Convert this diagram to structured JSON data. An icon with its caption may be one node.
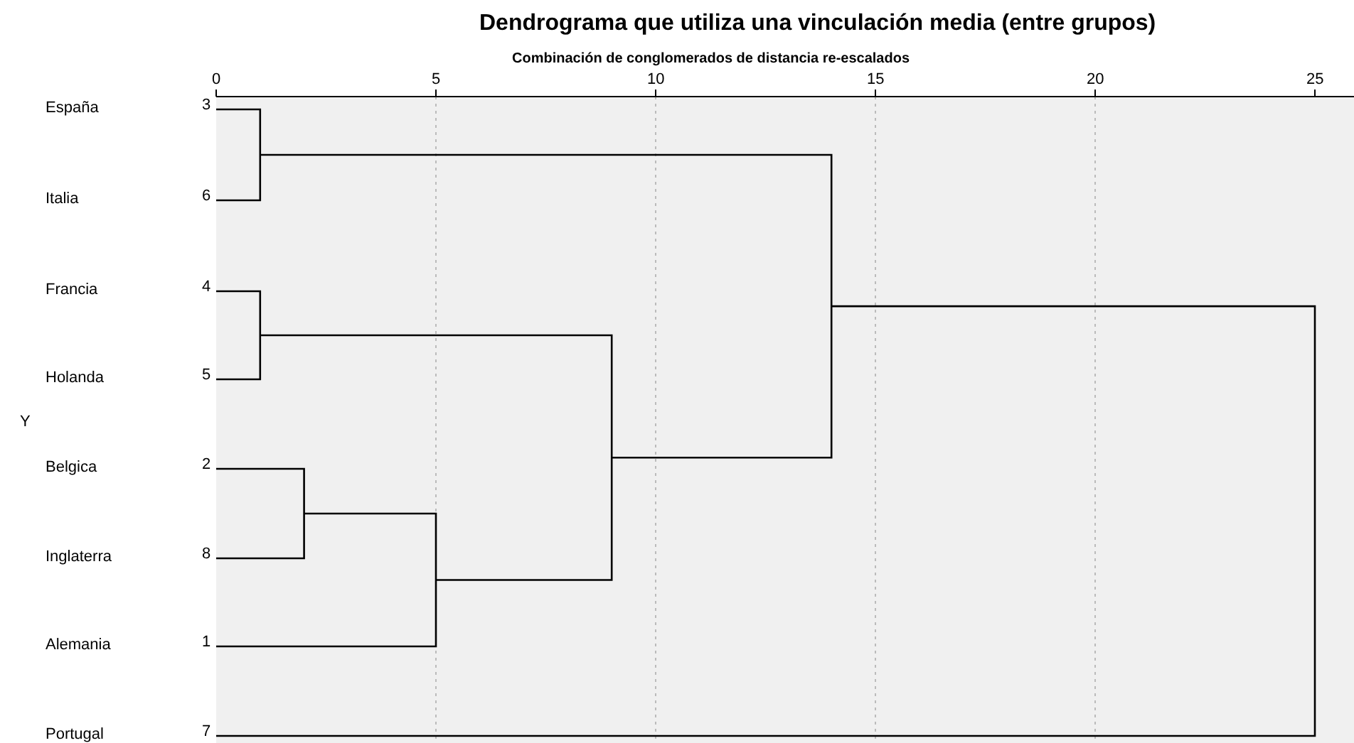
{
  "diagram": {
    "title": "Dendrograma que utiliza una vinculación media (entre grupos)",
    "labels": [
      "Combinación de conglomerados de distancia re-escalados",
      "0",
      "5",
      "10",
      "15",
      "20",
      "25",
      "España",
      "3",
      "Italia",
      "6",
      "Francia",
      "4",
      "Holanda",
      "5",
      "Belgica",
      "2",
      "Inglaterra",
      "8",
      "Alemania",
      "1",
      "Portugal",
      "7",
      "Y"
    ]
  }
}
